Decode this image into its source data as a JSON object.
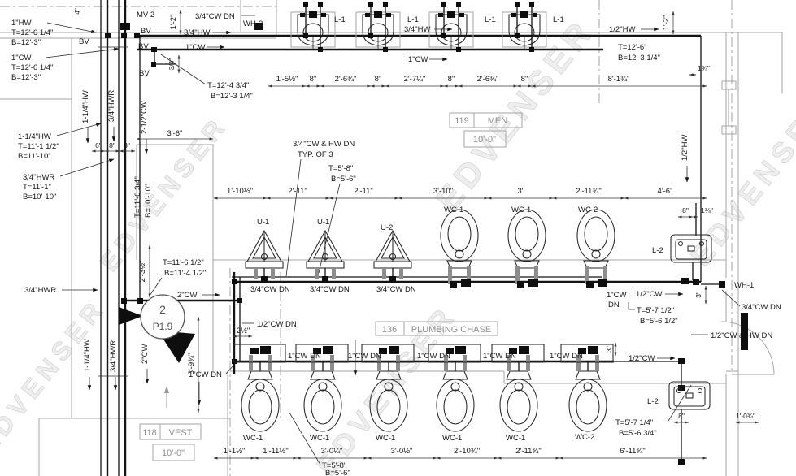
{
  "watermark": "EDVENSER",
  "rooms": {
    "men": {
      "number": "119",
      "name": "MEN",
      "ceiling": "10'-0\""
    },
    "chase": {
      "number": "136",
      "name": "PLUMBING CHASE"
    },
    "vest": {
      "number": "118",
      "name": "VEST",
      "ceiling": "10'-0\""
    }
  },
  "callout": {
    "num": "2",
    "sheet": "P1.9"
  },
  "tags": {
    "lav": [
      "L-1",
      "L-1",
      "L-1",
      "L-1"
    ],
    "wh2": "WH-2",
    "mv": "MV-2",
    "bv": [
      "BV",
      "BV",
      "BV",
      "BV"
    ],
    "ur": [
      "U-1",
      "U-1",
      "U-2"
    ],
    "wcm": [
      "WC-1",
      "WC-1",
      "WC-2"
    ],
    "l2m": "L-2",
    "wh1": "WH-1",
    "l2b": "L-2",
    "wcb": [
      "WC-1",
      "WC-1",
      "WC-1",
      "WC-1",
      "WC-1",
      "WC-2"
    ]
  },
  "notes": {
    "hw1": [
      "1\"HW",
      "T=12'-6 1/4\"",
      "B=12'-3\""
    ],
    "cw1": [
      "1\"CW",
      "T=12'-6 1/4\"",
      "B=12'-3\""
    ],
    "hw114": [
      "1-1/4\"HW",
      "T=11'-1 1/2\"",
      "B=11'-10\""
    ],
    "hwr": [
      "3/4\"HWR",
      "T=11'-1\"",
      "B=10'-10\""
    ],
    "hwr2": "3/4\"HWR",
    "e1": [
      "T=12'-4 3/4\"",
      "B=12'-3 1/4\""
    ],
    "e2": [
      "T=12'-6\"",
      "B=12'-3 1/4\""
    ],
    "typ": [
      "3/4\"CW & HW DN",
      "TYP. OF 3"
    ],
    "e3": [
      "T=5'-8\"",
      "B=5'-6\""
    ],
    "e4": [
      "T=11'-6 1/2\"",
      "B=11'-4 1/2\""
    ],
    "e5": [
      "T=5'-7 1/2\"",
      "B=5'-6 1/2\""
    ],
    "e6": [
      "T=5'-7 1/4\"",
      "B=5'-6 3/4\""
    ],
    "e7": [
      "T=5'-8\"",
      "B=5'-6\""
    ],
    "chase_l": [
      "T=11'-0 3/4\"",
      "B=10'-10\""
    ]
  },
  "pipes": {
    "cw34dn": "3/4\"CW DN",
    "hw34a": "3/4\"HW",
    "cw1a": "1\"CW",
    "hw34b": "3/4\"HW",
    "cw1b": "1\"CW",
    "hw12a": "1/2\"HW",
    "hw12v": "1/2\"HW",
    "cw2h": "2\"CW",
    "cw12a": "1/2\"CW",
    "cw12b": "1/2\"CW",
    "cw34dnr": "3/4\"CW DN",
    "cwhwdn": "1/2\"CW & HW DN",
    "row1": [
      "3/4\"CW DN",
      "3/4\"CW DN",
      "3/4\"CW DN"
    ],
    "cw12dn": "1/2\"CW DN",
    "row2": [
      "1\"CW DN",
      "1\"CW DN",
      "1\"CW DN",
      "1\"CW DN",
      "1\"CW DN"
    ],
    "cw1dnL": "1\"CW DN",
    "cw1c": "1\"CW",
    "dn": "DN",
    "rhw114": "1-1/4\"HW",
    "rhwr": "3/4\"HWR",
    "rcw212": "2-1/2\"CW",
    "rhw114b": "1-1/4\"HW",
    "rhwrb": "3/4\"HWR",
    "rcw2b": "2\"CW"
  },
  "dims": {
    "top": [
      "1'-5½\"",
      "8\"",
      "2'-6¾\"",
      "8\"",
      "2'-7¼\"",
      "8\"",
      "2'-6¾\"",
      "8\"",
      "8'-1¾\""
    ],
    "mid": [
      "1'-10½\"",
      "2'-11\"",
      "2'-11\"",
      "3'-10\"",
      "3'",
      "2'-11¾\"",
      "4'-6\""
    ],
    "bot": [
      "1'-1½\"",
      "1'-11½\"",
      "3'-0¼\"",
      "3'-0½\"",
      "2'-10¾\"",
      "2'-11¾\"",
      "6'-11¾\""
    ],
    "v12a": "1'-2\"",
    "v34": "3/4\"",
    "v12b": "1'-2\"",
    "h134a": "1¾\"",
    "h134b": "1¾\"",
    "l6": "6\"",
    "l8a": "8\"",
    "l8b": "8\"",
    "w36": "3'-6\"",
    "v2312": "2'-3½\"",
    "v3934": "3'-9¾\"",
    "w212": "2½\"",
    "r8": "8\"",
    "b8": "8\"",
    "b1034": "1'-0¾\"",
    "v4": "4\"",
    "v3a": "3\"",
    "v3b": "3\""
  }
}
